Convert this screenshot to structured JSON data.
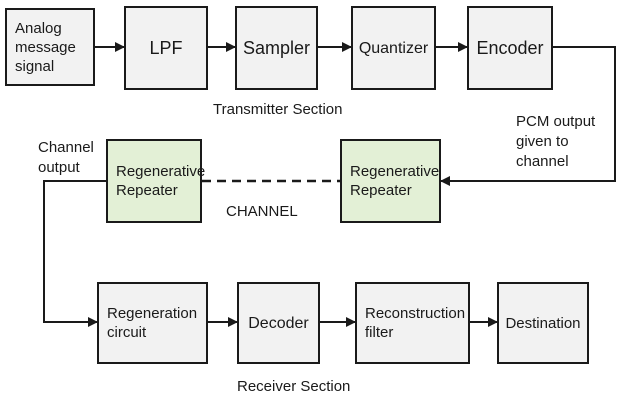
{
  "blocks": {
    "analog": "Analog\nmessage\nsignal",
    "lpf": "LPF",
    "sampler": "Sampler",
    "quantizer": "Quantizer",
    "encoder": "Encoder",
    "repeater_left": "Regenerative\nRepeater",
    "repeater_right": "Regenerative\nRepeater",
    "regeneration": "Regeneration\ncircuit",
    "decoder": "Decoder",
    "reconstruction": "Reconstruction\nfilter",
    "destination": "Destination"
  },
  "labels": {
    "transmitter": "Transmitter Section",
    "receiver": "Receiver Section",
    "channel": "CHANNEL",
    "channel_output": "Channel\noutput",
    "pcm_output": "PCM output\ngiven to\nchannel"
  },
  "colors": {
    "block_fill": "#f2f2f2",
    "repeater_fill": "#e3f0d6",
    "line": "#1a1a1a"
  }
}
